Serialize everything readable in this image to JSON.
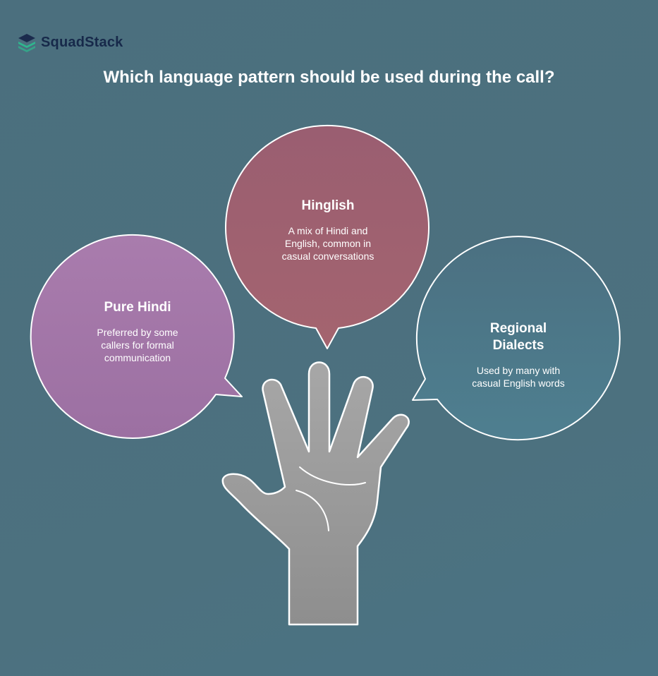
{
  "brand": {
    "name": "SquadStack",
    "logo_icon": "stacked-layers-icon",
    "logo_colors": [
      "#1b2b4d",
      "#2fb68e"
    ]
  },
  "title": "Which language pattern should be used during the call?",
  "options": [
    {
      "id": "pure-hindi",
      "title": "Pure Hindi",
      "description": "Preferred by some callers for formal communication",
      "color": "#a275a7"
    },
    {
      "id": "hinglish",
      "title": "Hinglish",
      "description": "A mix of Hindi and English, common in casual conversations",
      "color": "#9e5f70"
    },
    {
      "id": "regional-dialects",
      "title": "Regional Dialects",
      "description": "Used by many with casual English words",
      "color": "#4c7787"
    }
  ],
  "center_icon": "raised-hand-icon",
  "colors": {
    "background": "#4b707f",
    "hand": "#9e9e9e",
    "outline": "#ffffff"
  }
}
